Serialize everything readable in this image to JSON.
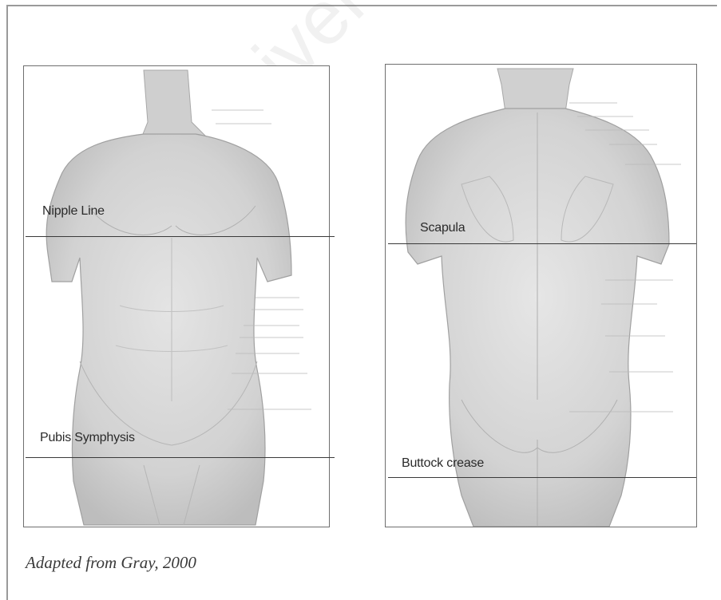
{
  "figure": {
    "caption": "Adapted from Gray, 2000",
    "watermark": "University of",
    "panels": [
      {
        "view": "anterior",
        "landmarks": [
          {
            "label": "Nipple Line"
          },
          {
            "label": "Pubis Symphysis"
          }
        ]
      },
      {
        "view": "posterior",
        "landmarks": [
          {
            "label": "Scapula"
          },
          {
            "label": "Buttock crease"
          }
        ]
      }
    ]
  }
}
